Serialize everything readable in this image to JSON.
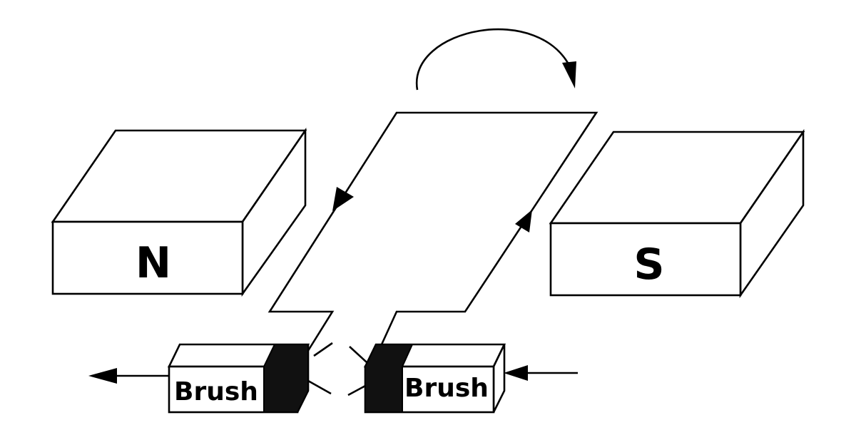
{
  "magnets": {
    "north_label": "N",
    "south_label": "S"
  },
  "brushes": {
    "left_label": "Brush",
    "right_label": "Brush"
  },
  "colors": {
    "stroke": "#000000",
    "background": "#ffffff",
    "brush_contact": "#111111"
  }
}
